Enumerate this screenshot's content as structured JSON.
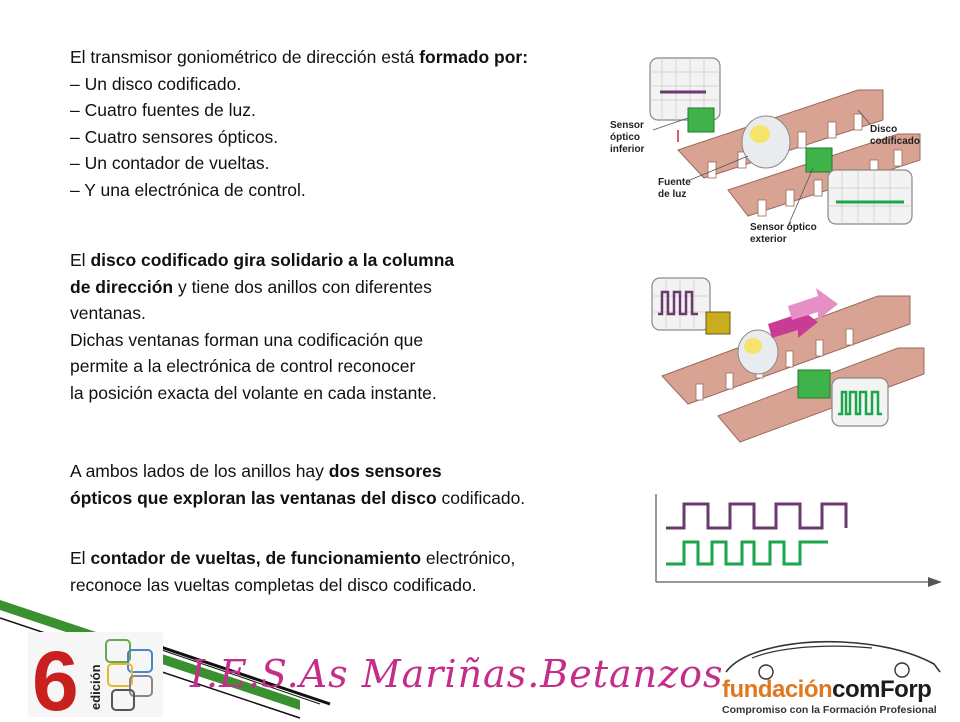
{
  "block1": {
    "intro_plain": "El transmisor goniométrico de dirección está ",
    "intro_bold": "formado por:",
    "items": [
      "– Un disco codificado.",
      "– Cuatro fuentes de luz.",
      "– Cuatro sensores ópticos.",
      "– Un contador de vueltas.",
      "– Y una electrónica de control."
    ]
  },
  "block2": {
    "l1_plain_a": "El ",
    "l1_bold": "disco codificado gira solidario a la columna",
    "l2_bold": "de dirección",
    "l2_plain": " y tiene dos anillos con diferentes",
    "l3": "ventanas.",
    "l4": "Dichas ventanas forman una codificación que",
    "l5": "permite a la electrónica de control reconocer",
    "l6": "la posición exacta del volante en cada instante."
  },
  "block3": {
    "l1_plain": "A ambos lados de los anillos hay ",
    "l1_bold": "dos sensores",
    "l2_bold": "ópticos que exploran las ventanas del disco",
    "l2_plain": " codificado."
  },
  "block4": {
    "l1_plain_a": "El ",
    "l1_bold": "contador de vueltas, de funcionamiento",
    "l1_plain_b": " electrónico,",
    "l2": "reconoce las vueltas completas del disco codificado."
  },
  "figure1_labels": {
    "sensor_inferior_1": "Sensor",
    "sensor_inferior_2": "óptico",
    "sensor_inferior_3": "inferior",
    "disco_1": "Disco",
    "disco_2": "codificado",
    "fuente_1": "Fuente",
    "fuente_2": "de luz",
    "sensor_exterior_1": "Sensor óptico",
    "sensor_exterior_2": "exterior"
  },
  "footer": {
    "edition_number": "6",
    "edition_word": "edición",
    "school": "I.E.S.As Mariñas.Betanzos",
    "foundation_a": "fundación",
    "foundation_b": "comForp",
    "foundation_tagline": "Compromiso con la Formación Profesional"
  },
  "colors": {
    "purple_signal": "#6b3a6e",
    "green_signal": "#1aa64a",
    "disc_copper": "#d9a394",
    "sensor_green": "#3fb34a",
    "school_magenta": "#c42d8a",
    "foundation_orange": "#e07820"
  }
}
